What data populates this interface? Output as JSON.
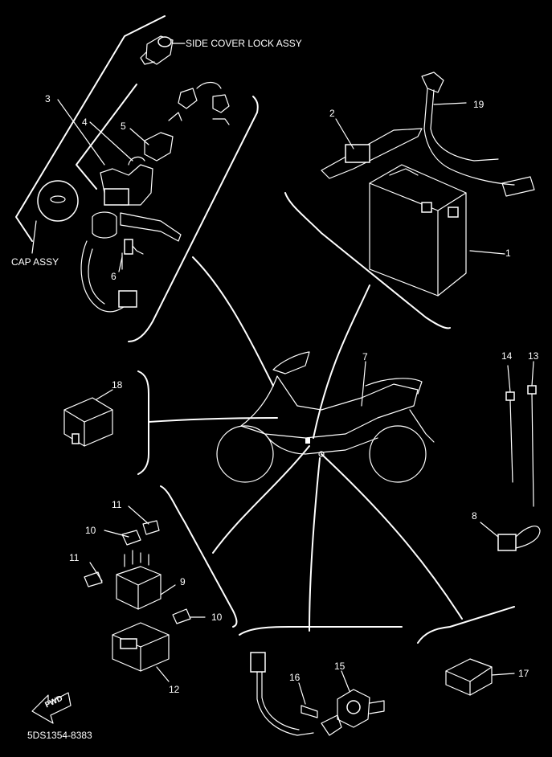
{
  "labels": {
    "side_cover_lock": "SIDE COVER LOCK ASSY",
    "cap_assy": "CAP ASSY",
    "drawing_code": "5DS1354-8383",
    "fwd": "FWD"
  },
  "callouts": {
    "p1": "1",
    "p2": "2",
    "p3": "3",
    "p4": "4",
    "p5": "5",
    "p6": "6",
    "p7": "7",
    "p8": "8",
    "p9": "9",
    "p10a": "10",
    "p10b": "10",
    "p11a": "11",
    "p11b": "11",
    "p12": "12",
    "p13": "13",
    "p14": "14",
    "p15": "15",
    "p16": "16",
    "p17": "17",
    "p18": "18",
    "p19": "19"
  },
  "colors": {
    "background": "#000000",
    "line": "#ffffff"
  }
}
